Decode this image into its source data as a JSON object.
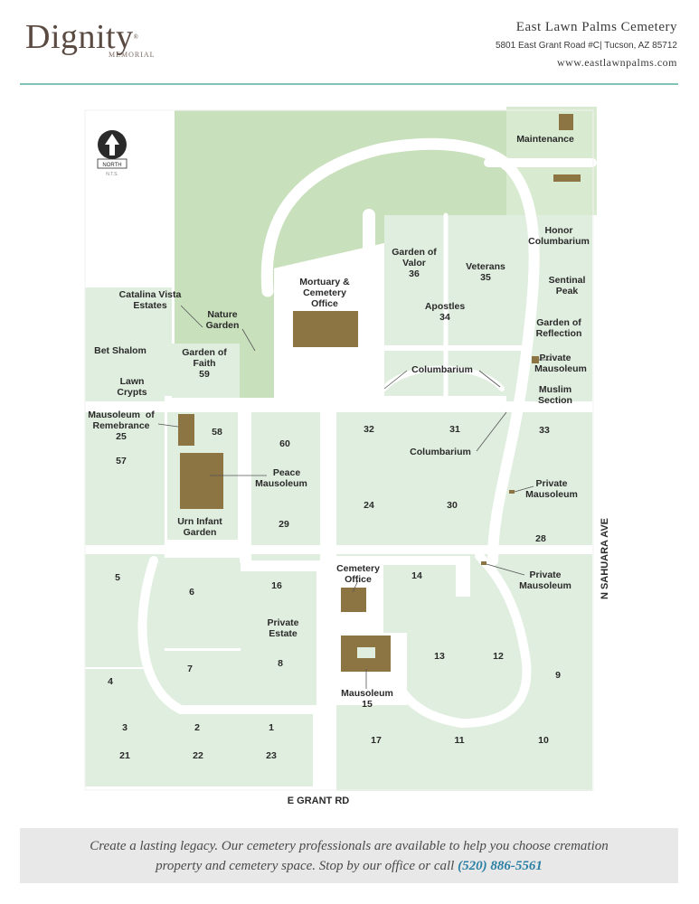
{
  "header": {
    "logo_text": "Dignity",
    "logo_sub": "MEMORIAL",
    "logo_mark": "®",
    "cemetery_name": "East Lawn Palms Cemetery",
    "address": "5801 East Grant Road #C| Tucson, AZ 85712",
    "website": "www.eastlawnpalms.com"
  },
  "compass": {
    "label": "NORTH",
    "sub": "N.T.S."
  },
  "roads": {
    "south": "E GRANT RD",
    "east": "N SAHUARA AVE"
  },
  "sections": {
    "maintenance": "Maintenance",
    "honor_col_1": "Honor",
    "honor_col_2": "Columbarium",
    "valor_1": "Garden of",
    "valor_2": "Valor",
    "valor_3": "36",
    "veterans_1": "Veterans",
    "veterans_2": "35",
    "sentinal_1": "Sentinal",
    "sentinal_2": "Peak",
    "catalina_1": "Catalina Vista",
    "catalina_2": "Estates",
    "mortuary_1": "Mortuary &",
    "mortuary_2": "Cemetery",
    "mortuary_3": "Office",
    "apostles_1": "Apostles",
    "apostles_2": "34",
    "reflection_1": "Garden of",
    "reflection_2": "Reflection",
    "nature_1": "Nature",
    "nature_2": "Garden",
    "bet_shalom": "Bet Shalom",
    "faith_1": "Garden of",
    "faith_2": "Faith",
    "faith_3": "59",
    "private_maus_1a": "Private",
    "private_maus_1b": "Mausoleum",
    "columbarium_1": "Columbarium",
    "muslim_1": "Muslim",
    "muslim_2": "Section",
    "lawn_1": "Lawn",
    "lawn_2": "Crypts",
    "maus_remebrance_1": "Mausoleum  of",
    "maus_remebrance_2": "Remebrance",
    "maus_remebrance_3": "25",
    "s58": "58",
    "s32": "32",
    "s31": "31",
    "s33": "33",
    "s60": "60",
    "columbarium_2": "Columbarium",
    "s57": "57",
    "peace_1": "Peace",
    "peace_2": "Mausoleum",
    "private_maus_2a": "Private",
    "private_maus_2b": "Mausoleum",
    "s24": "24",
    "s30": "30",
    "urn_1": "Urn Infant",
    "urn_2": "Garden",
    "s29": "29",
    "s28": "28",
    "cem_office_1": "Cemetery",
    "cem_office_2": "Office",
    "s14": "14",
    "private_maus_3a": "Private",
    "private_maus_3b": "Mausoleum",
    "s5": "5",
    "s6": "6",
    "s16": "16",
    "private_estate_1": "Private",
    "private_estate_2": "Estate",
    "s13": "13",
    "s12": "12",
    "s7": "7",
    "s8": "8",
    "s9": "9",
    "s4": "4",
    "mausoleum15_1": "Mausoleum",
    "mausoleum15_2": "15",
    "s3": "3",
    "s2": "2",
    "s1": "1",
    "s17": "17",
    "s11": "11",
    "s10": "10",
    "s21": "21",
    "s22": "22",
    "s23": "23"
  },
  "footer": {
    "line1": "Create a lasting legacy. Our cemetery professionals are available to help you choose cremation",
    "line2": "property and cemetery space. Stop by our office or call",
    "phone": "(520) 886-5561"
  },
  "colors": {
    "lawn": "#e0eedf",
    "grass": "#c9e0bc",
    "building": "#8d7443",
    "road": "#ffffff",
    "accent": "#7fc4b4"
  }
}
